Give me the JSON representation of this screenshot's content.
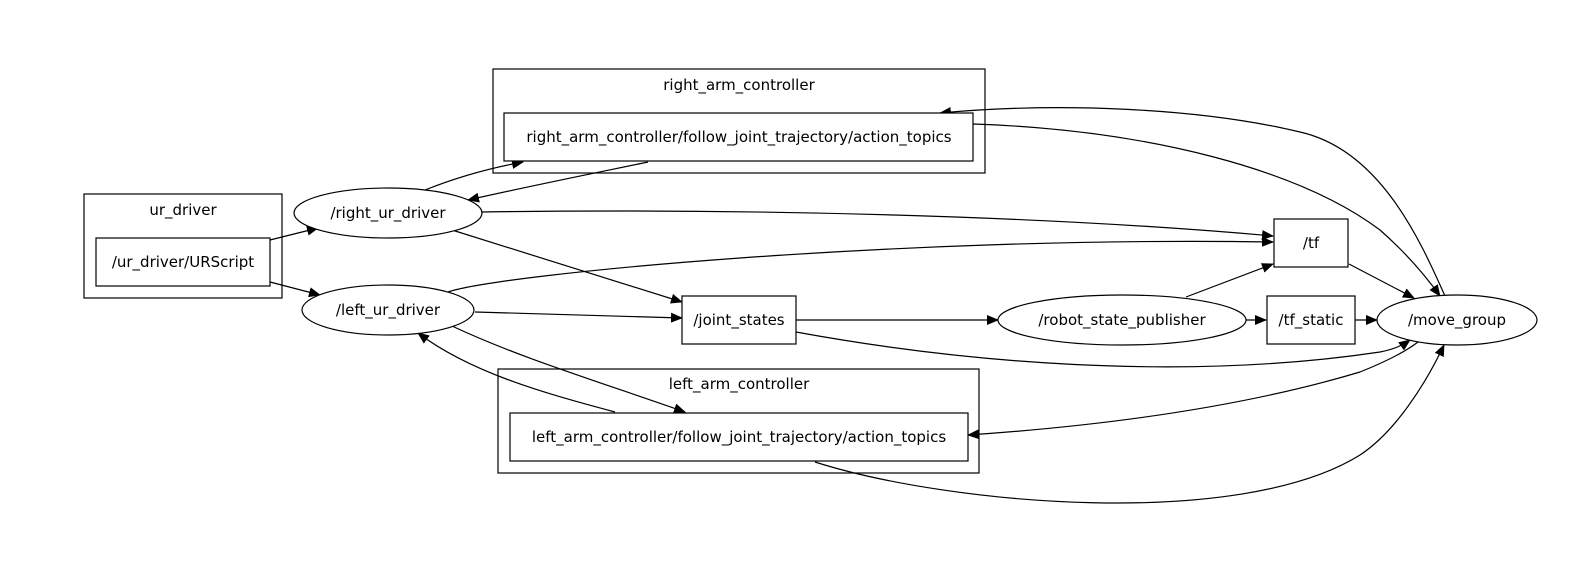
{
  "clusters": {
    "right_arm_controller": {
      "label": "right_arm_controller"
    },
    "ur_driver": {
      "label": "ur_driver"
    },
    "left_arm_controller": {
      "label": "left_arm_controller"
    }
  },
  "nodes": {
    "right_action_topics": {
      "label": "right_arm_controller/follow_joint_trajectory/action_topics"
    },
    "urscript": {
      "label": "/ur_driver/URScript"
    },
    "right_ur_driver": {
      "label": "/right_ur_driver"
    },
    "left_ur_driver": {
      "label": "/left_ur_driver"
    },
    "tf": {
      "label": "/tf"
    },
    "joint_states": {
      "label": "/joint_states"
    },
    "robot_state_publisher": {
      "label": "/robot_state_publisher"
    },
    "tf_static": {
      "label": "/tf_static"
    },
    "move_group": {
      "label": "/move_group"
    },
    "left_action_topics": {
      "label": "left_arm_controller/follow_joint_trajectory/action_topics"
    }
  },
  "edges": [
    {
      "from": "urscript",
      "to": "right_ur_driver"
    },
    {
      "from": "urscript",
      "to": "left_ur_driver"
    },
    {
      "from": "right_ur_driver",
      "to": "right_action_topics"
    },
    {
      "from": "right_action_topics",
      "to": "right_ur_driver"
    },
    {
      "from": "right_ur_driver",
      "to": "tf"
    },
    {
      "from": "right_ur_driver",
      "to": "joint_states"
    },
    {
      "from": "left_ur_driver",
      "to": "tf"
    },
    {
      "from": "left_ur_driver",
      "to": "joint_states"
    },
    {
      "from": "left_ur_driver",
      "to": "left_action_topics"
    },
    {
      "from": "left_action_topics",
      "to": "left_ur_driver"
    },
    {
      "from": "joint_states",
      "to": "robot_state_publisher"
    },
    {
      "from": "joint_states",
      "to": "move_group"
    },
    {
      "from": "robot_state_publisher",
      "to": "tf"
    },
    {
      "from": "robot_state_publisher",
      "to": "tf_static"
    },
    {
      "from": "tf_static",
      "to": "move_group"
    },
    {
      "from": "tf",
      "to": "move_group"
    },
    {
      "from": "right_action_topics",
      "to": "move_group"
    },
    {
      "from": "move_group",
      "to": "right_action_topics"
    },
    {
      "from": "move_group",
      "to": "left_action_topics"
    },
    {
      "from": "left_action_topics",
      "to": "move_group"
    }
  ]
}
